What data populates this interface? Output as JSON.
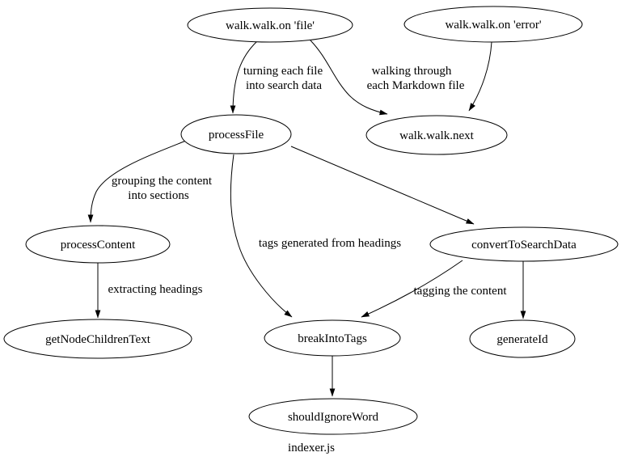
{
  "diagram": {
    "type": "function-call-graph",
    "title": "indexer.js",
    "colors": {
      "background": "#ffffff",
      "stroke": "#000000",
      "text": "#000000"
    },
    "nodes": [
      {
        "id": "walk-on-file",
        "label": "walk.walk.on 'file'"
      },
      {
        "id": "walk-on-error",
        "label": "walk.walk.on 'error'"
      },
      {
        "id": "processFile",
        "label": "processFile"
      },
      {
        "id": "walk-next",
        "label": "walk.walk.next"
      },
      {
        "id": "processContent",
        "label": "processContent"
      },
      {
        "id": "convertToSearchData",
        "label": "convertToSearchData"
      },
      {
        "id": "getNodeChildrenText",
        "label": "getNodeChildrenText"
      },
      {
        "id": "breakIntoTags",
        "label": "breakIntoTags"
      },
      {
        "id": "generateId",
        "label": "generateId"
      },
      {
        "id": "shouldIgnoreWord",
        "label": "shouldIgnoreWord"
      }
    ],
    "edges": [
      {
        "from": "walk.walk.on 'file'",
        "to": "processFile",
        "label_lines": [
          "turning each file",
          "into search data"
        ]
      },
      {
        "from": "walk.walk.on 'file'",
        "to": "walk.walk.next",
        "label_lines": [
          "walking through",
          "each Markdown file"
        ]
      },
      {
        "from": "walk.walk.on 'error'",
        "to": "walk.walk.next",
        "label_lines": []
      },
      {
        "from": "processFile",
        "to": "processContent",
        "label_lines": [
          "grouping the content",
          "into sections"
        ]
      },
      {
        "from": "processFile",
        "to": "breakIntoTags",
        "label_lines": [
          "tags generated from headings"
        ]
      },
      {
        "from": "processFile",
        "to": "convertToSearchData",
        "label_lines": []
      },
      {
        "from": "processContent",
        "to": "getNodeChildrenText",
        "label_lines": [
          "extracting headings"
        ]
      },
      {
        "from": "convertToSearchData",
        "to": "breakIntoTags",
        "label_lines": [
          "tagging the content"
        ]
      },
      {
        "from": "convertToSearchData",
        "to": "generateId",
        "label_lines": []
      },
      {
        "from": "breakIntoTags",
        "to": "shouldIgnoreWord",
        "label_lines": []
      }
    ]
  }
}
